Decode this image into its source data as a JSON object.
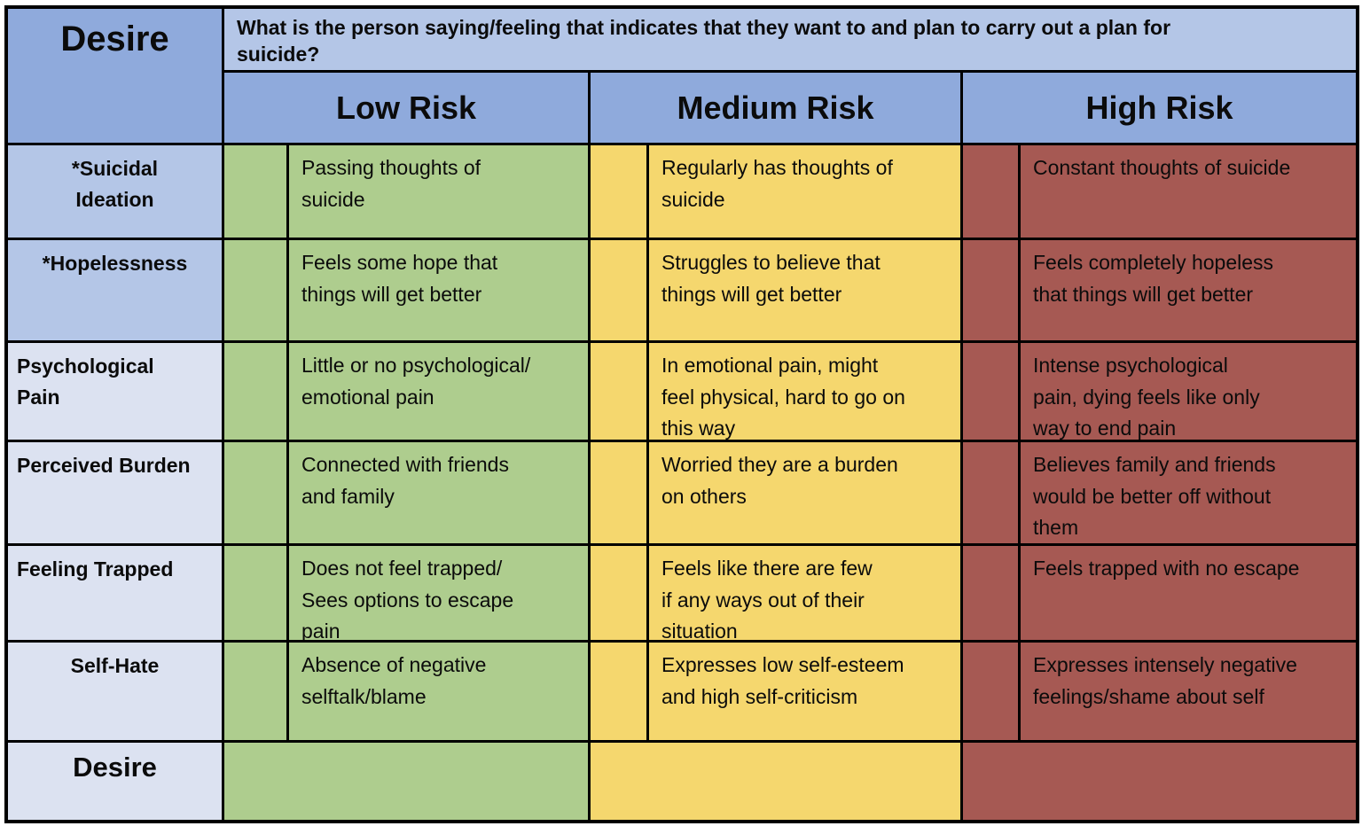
{
  "title": "Desire",
  "question": "What is the person saying/feeling that indicates that they want to and plan to carry out a plan for\nsuicide?",
  "columns": {
    "low": "Low Risk",
    "medium": "Medium Risk",
    "high": "High Risk"
  },
  "rows": [
    {
      "header": "*Suicidal\nIdeation",
      "low": "Passing thoughts of\nsuicide",
      "medium": "Regularly has thoughts of\nsuicide",
      "high": "Constant thoughts of suicide"
    },
    {
      "header": "*Hopelessness",
      "low": "Feels some hope that\nthings will get better",
      "medium": "Struggles to believe that\nthings will get better",
      "high": "Feels completely hopeless\nthat things will get better"
    },
    {
      "header": "Psychological\nPain",
      "low": "Little or no psychological/\nemotional pain",
      "medium": "In emotional pain, might\nfeel physical, hard to go on\nthis way",
      "high": "Intense psychological\npain, dying feels like only\nway to end pain"
    },
    {
      "header": "Perceived Burden",
      "low": "Connected with friends\nand family",
      "medium": "Worried they are a burden\non others",
      "high": "Believes family and friends\nwould be better off without\nthem"
    },
    {
      "header": "Feeling Trapped",
      "low": "Does not feel trapped/\nSees options to escape\npain",
      "medium": "Feels like there are few\nif any ways out of their\nsituation",
      "high": "Feels trapped with no escape"
    },
    {
      "header": "Self-Hate",
      "low": "Absence of negative\nselftalk/blame",
      "medium": "Expresses low self-esteem\nand high self-criticism",
      "high": "Expresses intensely negative\nfeelings/shame about self"
    }
  ],
  "footer": {
    "label": "Desire"
  },
  "colors": {
    "header_blue": "#8FAADC",
    "light_blue": "#B4C6E7",
    "pale_blue": "#DCE2F1",
    "low_green": "#AECD8E",
    "medium_yellow": "#F5D76E",
    "high_red": "#A65953",
    "border": "#000000"
  }
}
